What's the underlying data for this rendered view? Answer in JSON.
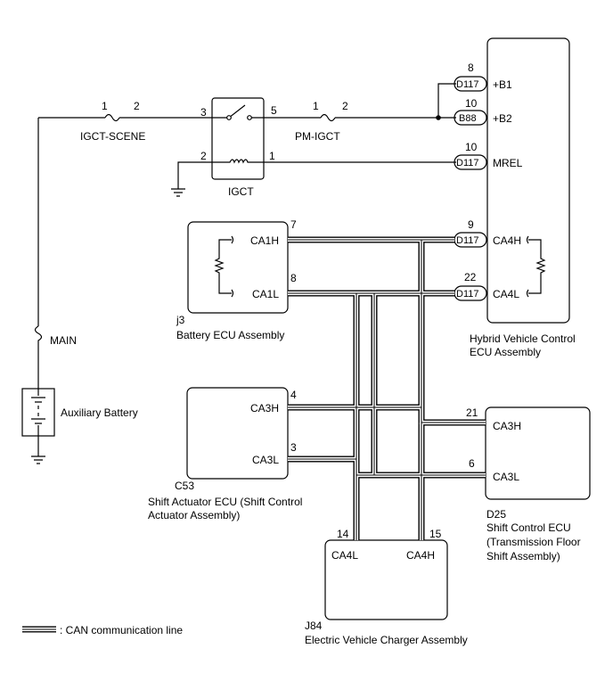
{
  "fuses": {
    "igct_scene": {
      "label": "IGCT-SCENE",
      "pin1": "1",
      "pin2": "2"
    },
    "pm_igct": {
      "label": "PM-IGCT",
      "pin1": "1",
      "pin2": "2"
    },
    "main": {
      "label": "MAIN"
    }
  },
  "relay": {
    "label": "IGCT",
    "pin3": "3",
    "pin5": "5",
    "pin2": "2",
    "pin1": "1"
  },
  "battery": {
    "label": "Auxiliary Battery"
  },
  "hv_ecu": {
    "name_line1": "Hybrid Vehicle Control",
    "name_line2": "ECU Assembly",
    "pins": {
      "b1": {
        "num": "8",
        "conn": "D117",
        "label": "+B1"
      },
      "b2": {
        "num": "10",
        "conn": "B88",
        "label": "+B2"
      },
      "mrel": {
        "num": "10",
        "conn": "D117",
        "label": "MREL"
      },
      "ca4h": {
        "num": "9",
        "conn": "D117",
        "label": "CA4H"
      },
      "ca4l": {
        "num": "22",
        "conn": "D117",
        "label": "CA4L"
      }
    }
  },
  "battery_ecu": {
    "id": "j3",
    "name": "Battery ECU Assembly",
    "pins": {
      "ca1h": {
        "num": "7",
        "label": "CA1H"
      },
      "ca1l": {
        "num": "8",
        "label": "CA1L"
      }
    }
  },
  "shift_actuator_ecu": {
    "id": "C53",
    "name_line1": "Shift Actuator ECU (Shift Control",
    "name_line2": "Actuator Assembly)",
    "pins": {
      "ca3h": {
        "num": "4",
        "label": "CA3H"
      },
      "ca3l": {
        "num": "3",
        "label": "CA3L"
      }
    }
  },
  "shift_control_ecu": {
    "id": "D25",
    "name_line1": "Shift Control ECU",
    "name_line2": "(Transmission Floor",
    "name_line3": "Shift Assembly)",
    "pins": {
      "ca3h": {
        "num": "21",
        "label": "CA3H"
      },
      "ca3l": {
        "num": "6",
        "label": "CA3L"
      }
    }
  },
  "ev_charger": {
    "id": "J84",
    "name": "Electric Vehicle Charger Assembly",
    "pins": {
      "ca4l": {
        "num": "14",
        "label": "CA4L"
      },
      "ca4h": {
        "num": "15",
        "label": "CA4H"
      }
    }
  },
  "legend": {
    "can_line": ": CAN communication line"
  }
}
